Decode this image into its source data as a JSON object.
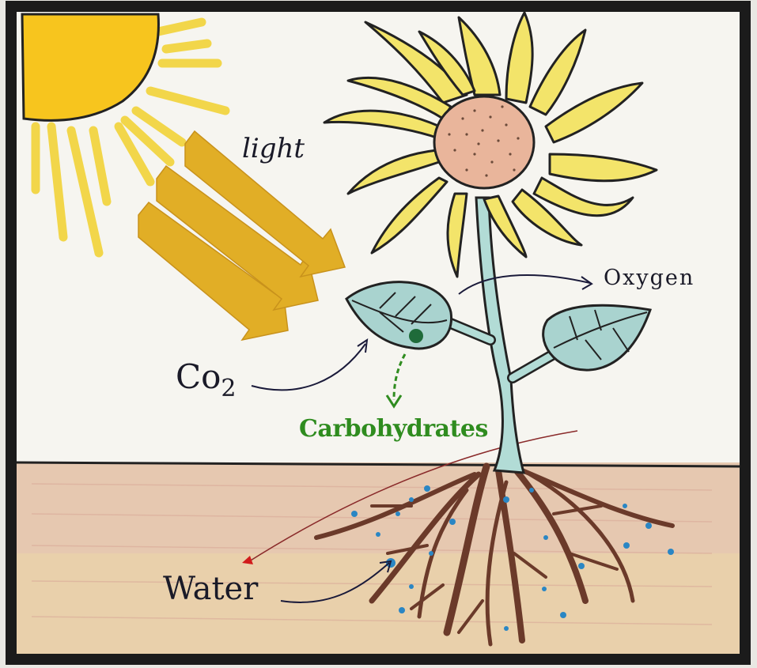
{
  "labels": {
    "light": "light",
    "oxygen": "Oxygen",
    "co2_main": "Co",
    "co2_sub": "2",
    "carbohydrates": "Carbohydrates",
    "water": "Water"
  },
  "colors": {
    "sun": "#f7c51e",
    "sun_rays": "#f2d64a",
    "light_arrows": "#e0ad26",
    "petals": "#f3e46a",
    "flower_center": "#e9b59b",
    "leaves": "#a9d3cf",
    "stem": "#b2dcd6",
    "soil": "#e8cdb6",
    "roots": "#6b3a2a",
    "water_drops": "#2a86c4",
    "carbohydrates_text": "#2f8c1f",
    "ink": "#1a1a28"
  }
}
